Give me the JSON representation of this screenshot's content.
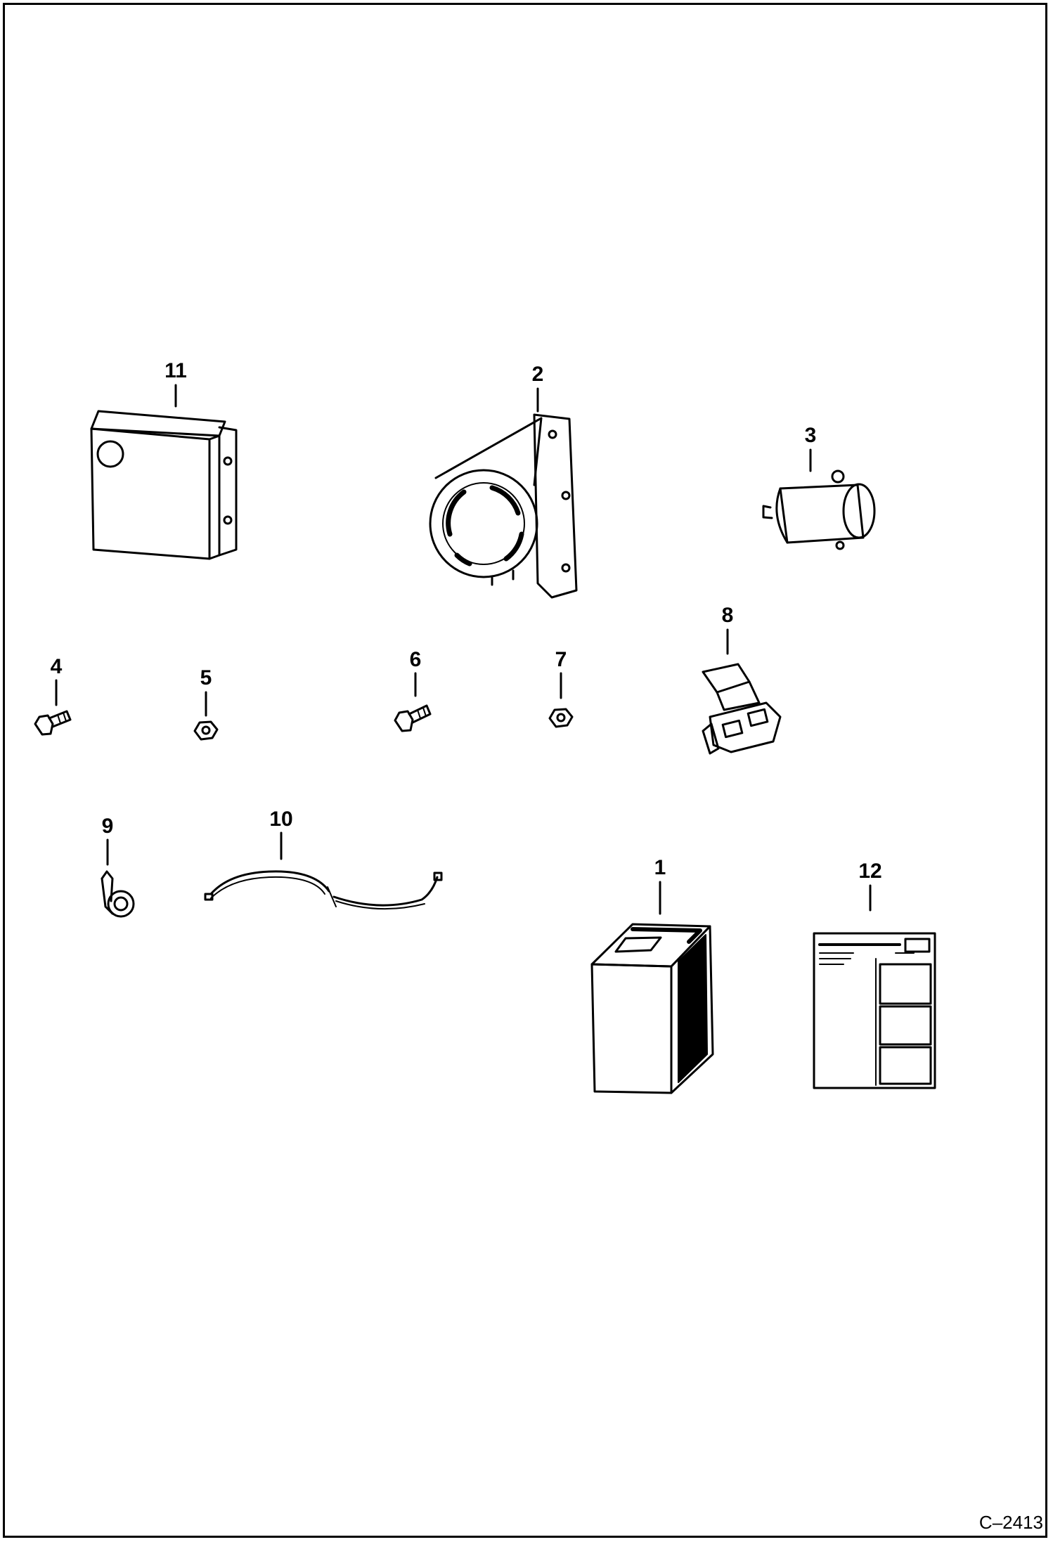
{
  "figure_id": "C–2413",
  "parts": [
    {
      "num": "11",
      "icon": "control-box"
    },
    {
      "num": "2",
      "icon": "horn-with-bracket"
    },
    {
      "num": "3",
      "icon": "motor"
    },
    {
      "num": "4",
      "icon": "bolt"
    },
    {
      "num": "5",
      "icon": "nut"
    },
    {
      "num": "6",
      "icon": "bolt"
    },
    {
      "num": "7",
      "icon": "nut"
    },
    {
      "num": "8",
      "icon": "switch"
    },
    {
      "num": "9",
      "icon": "clamp"
    },
    {
      "num": "10",
      "icon": "wire-harness"
    },
    {
      "num": "1",
      "icon": "battery-box"
    },
    {
      "num": "12",
      "icon": "instruction-sheet"
    }
  ],
  "colors": {
    "ink": "#000000",
    "paper": "#ffffff"
  }
}
